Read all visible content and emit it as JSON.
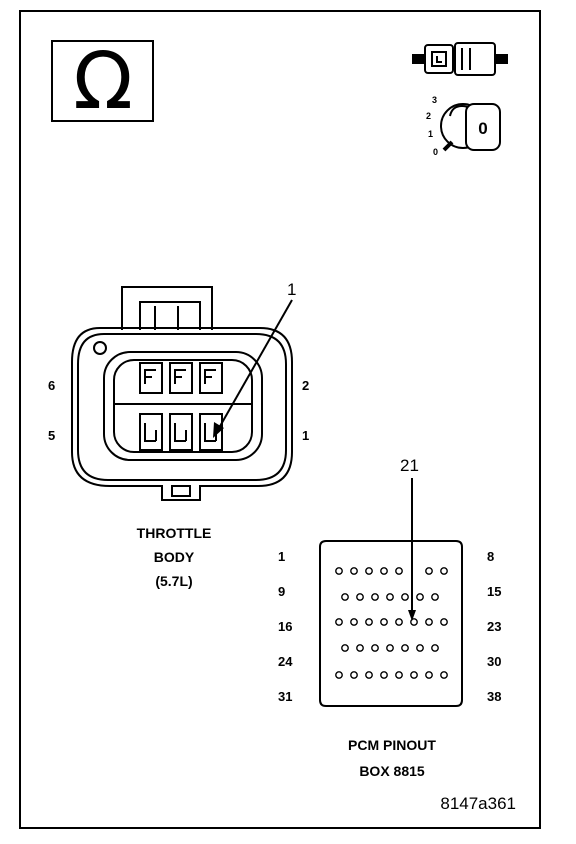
{
  "meter_symbol": "Ω",
  "switch_positions": [
    "3",
    "2",
    "1",
    "0"
  ],
  "key_label": "0",
  "throttle": {
    "callout": "1",
    "pins_left": [
      "6",
      "5"
    ],
    "pins_right": [
      "2",
      "1"
    ],
    "caption_line1": "THROTTLE",
    "caption_line2": "BODY",
    "caption_line3": "(5.7L)"
  },
  "pcm": {
    "callout": "21",
    "left_numbers": [
      "1",
      "9",
      "16",
      "24",
      "31"
    ],
    "right_numbers": [
      "8",
      "15",
      "23",
      "30",
      "38"
    ],
    "rows": [
      7,
      7,
      8,
      7,
      8
    ],
    "caption_line1": "PCM PINOUT",
    "caption_line2": "BOX 8815"
  },
  "figure_id": "8147a361"
}
